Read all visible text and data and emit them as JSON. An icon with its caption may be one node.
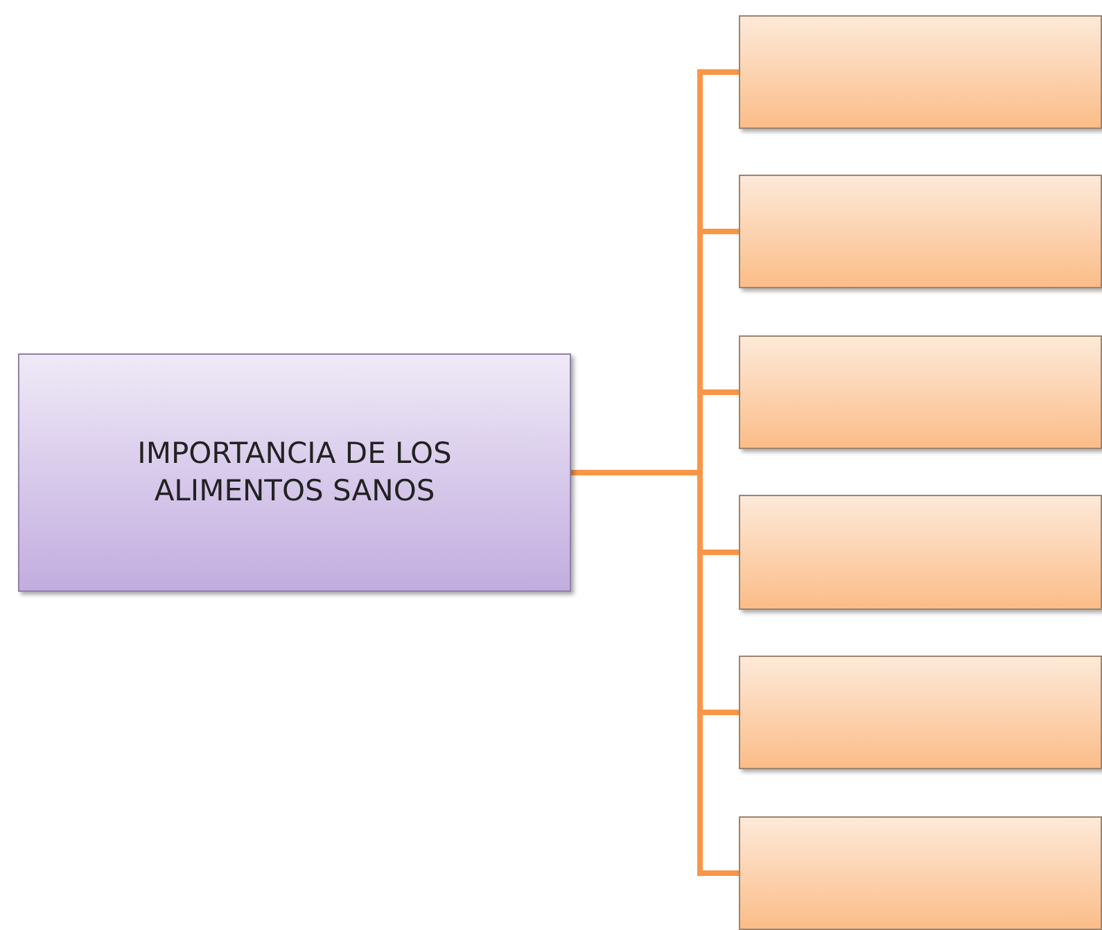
{
  "diagram": {
    "nodes": [
      {
        "text": [
          "IMPORTANCIA DE LOS ALIMENTOS SANOS"
        ]
      },
      {
        "text": [],
        "shape": "box"
      },
      {
        "text": [],
        "shape": "box"
      },
      {
        "text": [],
        "shape": "box"
      },
      {
        "text": [],
        "shape": "box"
      },
      {
        "text": [],
        "shape": "box"
      },
      {
        "text": [],
        "shape": "box"
      }
    ],
    "edges": [
      {
        "from": 0,
        "to": 1,
        "arrow": "none"
      },
      {
        "from": 0,
        "to": 2,
        "arrow": "none"
      },
      {
        "from": 0,
        "to": 3,
        "arrow": "none"
      },
      {
        "from": 0,
        "to": 4,
        "arrow": "none"
      },
      {
        "from": 0,
        "to": 5,
        "arrow": "none"
      },
      {
        "from": 0,
        "to": 6,
        "arrow": "none"
      }
    ]
  }
}
